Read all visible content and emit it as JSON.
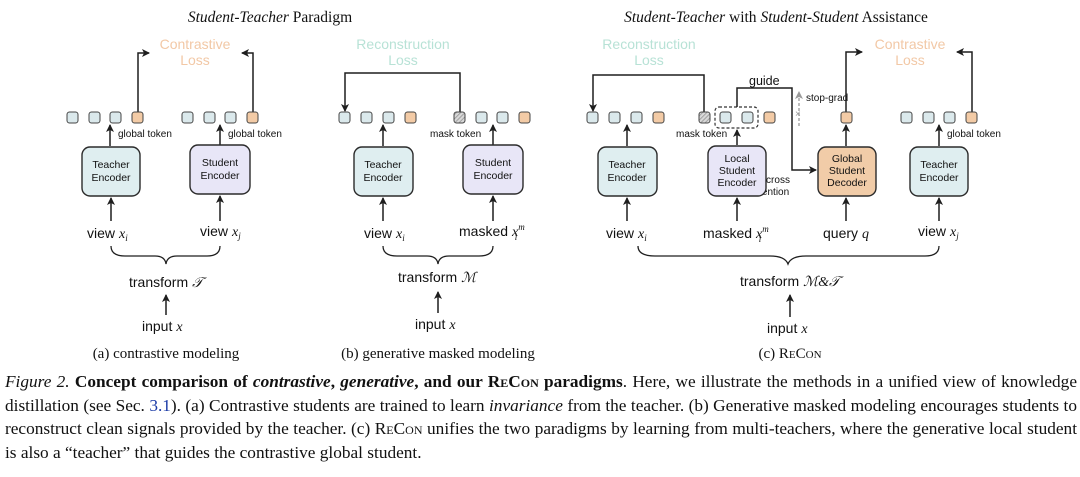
{
  "headers": {
    "left": {
      "italic": "Student-Teacher",
      "rest": " Paradigm"
    },
    "right": {
      "italic1": "Student-Teacher",
      "mid": " with ",
      "italic2": "Student-Student",
      "rest": " Assistance"
    }
  },
  "colors": {
    "teacher_fill": "#dfeef0",
    "student_fill": "#e8e6f7",
    "decoder_fill": "#f1cca8",
    "token_fill": "#dbe9ec",
    "global_token_fill": "#f3cba6",
    "contrastive_text": "#f2c8a6",
    "reconstruction_text": "#b8e2d6",
    "stroke": "#2b2b2b"
  },
  "panel_a": {
    "loss": [
      "Contrastive",
      "Loss"
    ],
    "teacher": [
      "Teacher",
      "Encoder"
    ],
    "student": [
      "Student",
      "Encoder"
    ],
    "token_label_1": "global token",
    "token_label_2": "global token",
    "view_i": "view",
    "view_j": "view",
    "var_i": "x",
    "sub_i": "i",
    "var_j": "x",
    "sub_j": "j",
    "transform": "transform",
    "transform_sym": "𝒯",
    "input": "input",
    "input_sym": "x",
    "caption": "(a) contrastive modeling"
  },
  "panel_b": {
    "loss": [
      "Reconstruction",
      "Loss"
    ],
    "teacher": [
      "Teacher",
      "Encoder"
    ],
    "student": [
      "Student",
      "Encoder"
    ],
    "token_label": "mask token",
    "view_i": "view",
    "var_i": "x",
    "sub_i": "i",
    "masked": "masked",
    "var_m": "x",
    "sup_m": "m",
    "sub_m": "i",
    "transform": "transform",
    "transform_sym": "ℳ",
    "input": "input",
    "input_sym": "x",
    "caption": "(b) generative masked modeling"
  },
  "panel_c": {
    "recon_loss": [
      "Reconstruction",
      "Loss"
    ],
    "contrast_loss": [
      "Contrastive",
      "Loss"
    ],
    "teacher1": [
      "Teacher",
      "Encoder"
    ],
    "local_student": [
      "Local",
      "Student",
      "Encoder"
    ],
    "global_decoder": [
      "Global",
      "Student",
      "Decoder"
    ],
    "teacher2": [
      "Teacher",
      "Encoder"
    ],
    "mask_token": "mask token",
    "global_token": "global token",
    "guide": "guide",
    "stop_grad": "stop-grad",
    "cross_attention": [
      "cross",
      "attention"
    ],
    "view_i": "view",
    "var_i": "x",
    "sub_i": "i",
    "masked": "masked",
    "var_m": "x",
    "sup_m": "m",
    "sub_m": "i",
    "query": "query",
    "query_sym": "q",
    "view_j": "view",
    "var_j": "x",
    "sub_j": "j",
    "transform": "transform",
    "transform_sym": "ℳ&𝒯",
    "input": "input",
    "input_sym": "x",
    "caption_prefix": "(c) ",
    "caption_name": "ReCon"
  },
  "caption": {
    "figure_label": "Figure 2.",
    "bold1": " Concept comparison of ",
    "bold_it1": "contrastive",
    "bold2": ", ",
    "bold_it2": "generative",
    "bold3": ", and our ",
    "bold_sc": "ReCon",
    "bold4": " paradigms",
    "t1": ". Here, we illustrate the methods in a unified view of knowledge distillation (see Sec. ",
    "ref": "3.1",
    "t2": "). (a) Contrastive students are trained to learn ",
    "it": "invariance",
    "t3": " from the teacher. (b) Generative masked modeling encourages students to reconstruct clean signals provided by the teacher. (c) ",
    "sc": "ReCon",
    "t4": " unifies the two paradigms by learning from multi-teachers, where the generative local student is also a “teacher” that guides the contrastive global student."
  }
}
